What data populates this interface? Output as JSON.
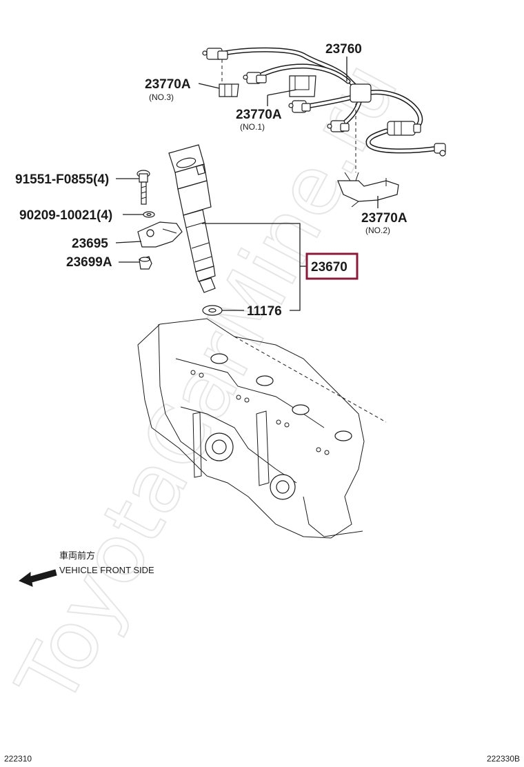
{
  "watermark": "ToyotaCarMine.ru",
  "parts": {
    "hose_assembly": "23760",
    "clip_no3": {
      "number": "23770A",
      "note": "(NO.3)"
    },
    "clip_no1": {
      "number": "23770A",
      "note": "(NO.1)"
    },
    "clip_no2": {
      "number": "23770A",
      "note": "(NO.2)"
    },
    "bolt": "91551-F0855(4)",
    "washer": "90209-10021(4)",
    "clamp": "23695",
    "clamp_nut": "23699A",
    "injector": "23670",
    "gasket": "11176"
  },
  "front_side": {
    "japanese": "車両前方",
    "english": "VEHICLE FRONT SIDE"
  },
  "footer": {
    "left_code": "222310",
    "right_code": "222330B"
  },
  "colors": {
    "highlight_box": "#8b1a3a",
    "line": "#1a1a1a",
    "watermark": "#e6e6e6"
  }
}
